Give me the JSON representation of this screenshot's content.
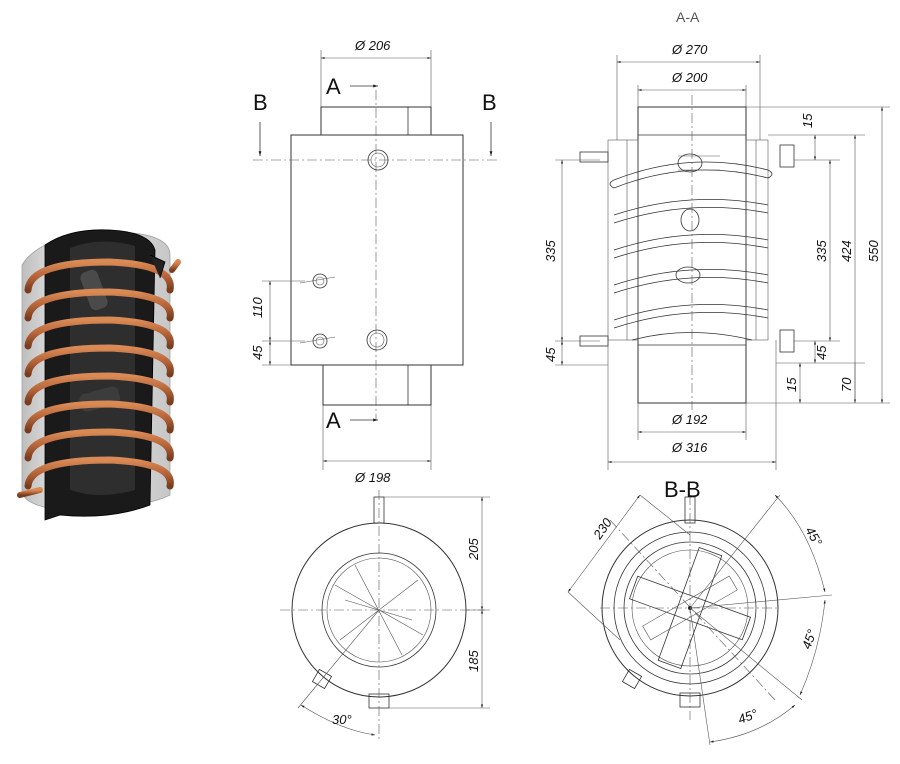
{
  "labels": {
    "section_aa": "A-A",
    "section_bb": "B-B",
    "a_top": "A",
    "a_bottom": "A",
    "b_left": "B",
    "b_right": "B"
  },
  "front_view": {
    "d_top": "Ø 206",
    "d_bottom": "Ø 198",
    "dim_110": "110",
    "dim_45": "45"
  },
  "section_aa_view": {
    "d_270": "Ø 270",
    "d_200": "Ø 200",
    "d_192": "Ø 192",
    "d_316": "Ø 316",
    "left_335": "335",
    "left_45": "45",
    "r_15_top": "15",
    "r_335": "335",
    "r_424": "424",
    "r_550": "550",
    "r_45": "45",
    "r_70": "70",
    "r_15_bottom": "15"
  },
  "bottom_view": {
    "dim_205": "205",
    "dim_185": "185",
    "angle_30": "30°"
  },
  "section_bb_view": {
    "dim_230": "230",
    "angle_45_a": "45°",
    "angle_45_b": "45°",
    "angle_45_c": "45°"
  },
  "colors": {
    "copper": "#b8663a",
    "dark": "#1a1a1a",
    "line": "#333333"
  }
}
